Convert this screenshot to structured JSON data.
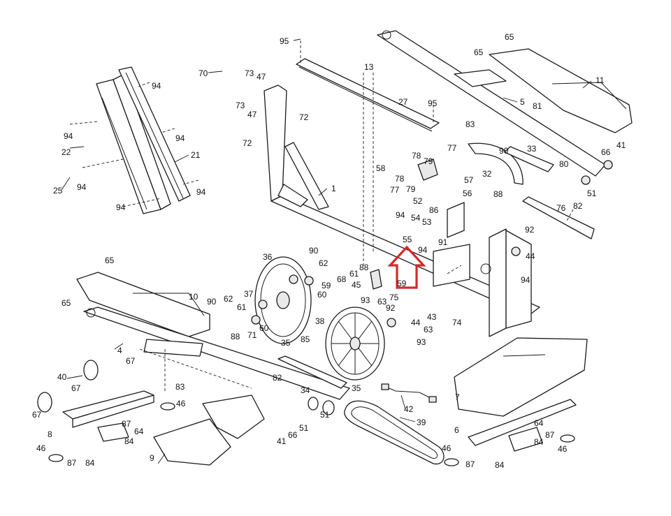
{
  "labels": {
    "l1": "1",
    "l4": "4",
    "l5": "5",
    "l6": "6",
    "l7": "7",
    "l8": "8",
    "l9": "9",
    "l10": "10",
    "l11": "11",
    "l13": "13",
    "l21": "21",
    "l22": "22",
    "l25": "25",
    "l27": "27",
    "l32": "32",
    "l33": "33",
    "l34": "34",
    "l35a": "35",
    "l35b": "35",
    "l36": "36",
    "l37": "37",
    "l38": "38",
    "l39": "39",
    "l40": "40",
    "l41a": "41",
    "l41b": "41",
    "l42": "42",
    "l43": "43",
    "l44a": "44",
    "l44b": "44",
    "l45": "45",
    "l46a": "46",
    "l46b": "46",
    "l46c": "46",
    "l46d": "46",
    "l47a": "47",
    "l47b": "47",
    "l51a": "51",
    "l51b": "51",
    "l51c": "51",
    "l52": "52",
    "l53": "53",
    "l54": "54",
    "l55": "55",
    "l56": "56",
    "l57": "57",
    "l58": "58",
    "l59a": "59",
    "l59b": "59",
    "l60a": "60",
    "l60b": "60",
    "l61a": "61",
    "l61b": "61",
    "l62a": "62",
    "l62b": "62",
    "l63a": "63",
    "l63b": "63",
    "l64a": "64",
    "l64b": "64",
    "l65a": "65",
    "l65b": "65",
    "l65c": "65",
    "l65d": "65",
    "l66a": "66",
    "l66b": "66",
    "l67a": "67",
    "l67b": "67",
    "l67c": "67",
    "l68": "68",
    "l70": "70",
    "l71": "71",
    "l72a": "72",
    "l72b": "72",
    "l73a": "73",
    "l73b": "73",
    "l74": "74",
    "l75": "75",
    "l76": "76",
    "l77a": "77",
    "l77b": "77",
    "l78a": "78",
    "l78b": "78",
    "l79a": "79",
    "l79b": "79",
    "l80": "80",
    "l81": "81",
    "l82a": "82",
    "l82b": "82",
    "l83a": "83",
    "l83b": "83",
    "l84a": "84",
    "l84b": "84",
    "l84c": "84",
    "l84d": "84",
    "l85": "85",
    "l86": "86",
    "l87a": "87",
    "l87b": "87",
    "l87c": "87",
    "l87d": "87",
    "l88a": "88",
    "l88b": "88",
    "l88c": "88",
    "l90a": "90",
    "l90b": "90",
    "l90c": "90",
    "l91": "91",
    "l92a": "92",
    "l92b": "92",
    "l93a": "93",
    "l93b": "93",
    "l94a": "94",
    "l94b": "94",
    "l94c": "94",
    "l94d": "94",
    "l94e": "94",
    "l94f": "94",
    "l94g": "94",
    "l94h": "94",
    "l94i": "94",
    "l95a": "95",
    "l95b": "95"
  },
  "colors": {
    "line": "#1a1a1a",
    "highlight_arrow": "#d42a2a",
    "background": "#ffffff"
  }
}
